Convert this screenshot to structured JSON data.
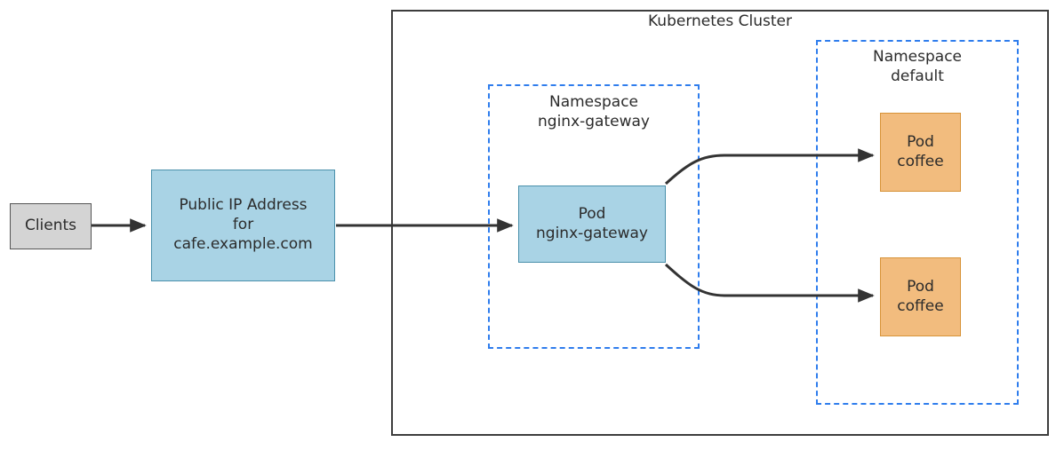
{
  "diagram": {
    "title": "Kubernetes Cluster",
    "clients": {
      "label": "Clients"
    },
    "public_ip": {
      "label": "Public IP Address\nfor\ncafe.example.com"
    },
    "cluster": {
      "title": "Kubernetes Cluster",
      "namespaces": [
        {
          "name": "nginx-gateway",
          "label": "Namespace\nnginx-gateway",
          "pods": [
            {
              "label": "Pod\nnginx-gateway",
              "name": "nginx-gateway"
            }
          ]
        },
        {
          "name": "default",
          "label": "Namespace\ndefault",
          "pods": [
            {
              "label": "Pod\ncoffee",
              "name": "coffee-top"
            },
            {
              "label": "Pod\ncoffee",
              "name": "coffee-bottom"
            }
          ]
        }
      ]
    },
    "edges": [
      {
        "from": "clients",
        "to": "public-ip",
        "style": "straight-arrow"
      },
      {
        "from": "public-ip",
        "to": "pod-nginx-gateway",
        "style": "straight-arrow"
      },
      {
        "from": "pod-nginx-gateway",
        "to": "pod-coffee-top",
        "style": "curved-arrow"
      },
      {
        "from": "pod-nginx-gateway",
        "to": "pod-coffee-bottom",
        "style": "curved-arrow"
      }
    ],
    "colors": {
      "clients_fill": "#d4d4d4",
      "clients_stroke": "#555555",
      "blue_fill": "#a9d3e5",
      "blue_stroke": "#4a90ab",
      "orange_fill": "#f2bc7e",
      "orange_stroke": "#d79338",
      "namespace_dash": "#2f7ded",
      "cluster_stroke": "#3d3d3d",
      "edge_stroke": "#333333",
      "text": "#2b2b2b"
    }
  }
}
